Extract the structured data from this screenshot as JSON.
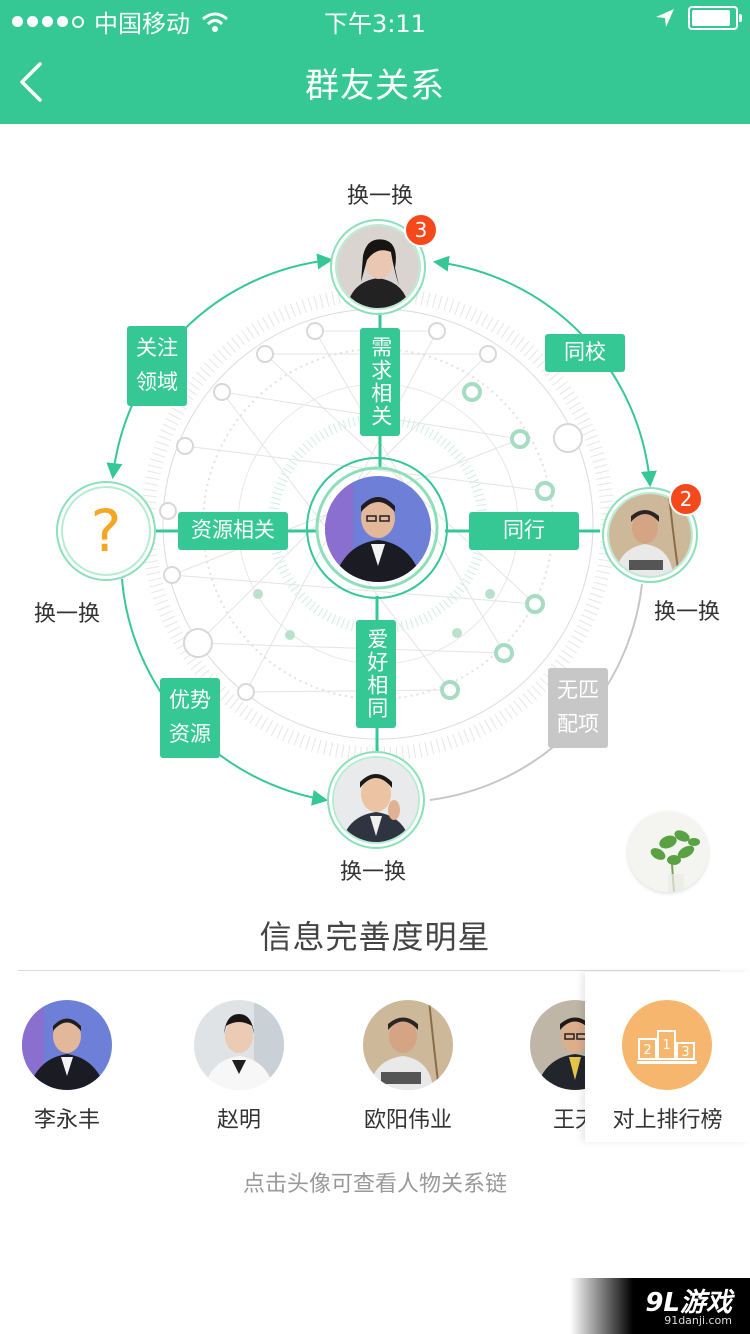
{
  "status_bar": {
    "carrier": "中国移动",
    "time": "下午3:11"
  },
  "nav": {
    "title": "群友关系"
  },
  "graph": {
    "top": {
      "swap_label": "换一换",
      "badge": "3"
    },
    "right": {
      "swap_label": "换一换",
      "badge": "2"
    },
    "left": {
      "swap_label": "换一换",
      "placeholder": "?"
    },
    "bottom": {
      "swap_label": "换一换"
    },
    "links": {
      "need": "需求相关",
      "resource": "资源相关",
      "peer": "同行",
      "hobby": "爱好相同",
      "focus": "关注领域",
      "school": "同校",
      "advantage": "优势资源",
      "nomatch": "无匹配项"
    }
  },
  "stars": {
    "title": "信息完善度明星",
    "items": [
      {
        "name": "李永丰"
      },
      {
        "name": "赵明"
      },
      {
        "name": "欧阳伟业"
      },
      {
        "name": "王天"
      }
    ],
    "ranking_label": "对上排行榜",
    "ranking_digits": [
      "2",
      "1",
      "3"
    ]
  },
  "hint": "点击头像可查看人物关系链",
  "watermark": {
    "logo": "9L游戏",
    "url": "91danji.com"
  },
  "colors": {
    "primary": "#35c894",
    "badge": "#f5491c",
    "question": "#f6a623",
    "ranking": "#f7b66d",
    "disabled": "#c7c7c7"
  }
}
